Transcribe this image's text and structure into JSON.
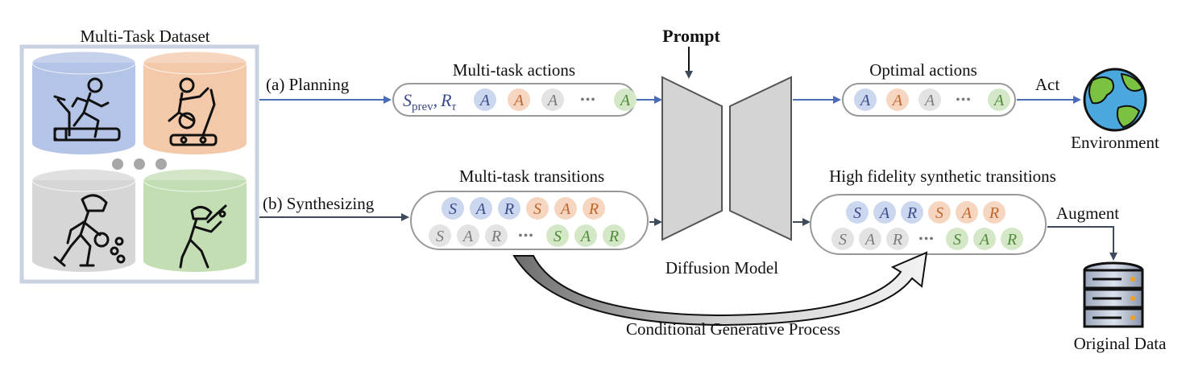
{
  "dataset": {
    "title": "Multi-Task Dataset",
    "tasks": [
      {
        "icon": "treadmill-runner-icon",
        "color": "#b4c4e6"
      },
      {
        "icon": "elliptical-trainer-icon",
        "color": "#f3c9a9"
      },
      {
        "icon": "basketball-player-icon",
        "color": "#d6d6d6"
      },
      {
        "icon": "baseball-batter-icon",
        "color": "#c4deb4"
      }
    ]
  },
  "planning": {
    "label": "(a) Planning",
    "box_title": "Multi-task actions",
    "condition_s": "S",
    "condition_s_sub": "prev",
    "condition_sep": ",",
    "condition_r": "R",
    "condition_r_sub": "τ",
    "tokens": [
      {
        "t": "A",
        "c": "blue"
      },
      {
        "t": "A",
        "c": "orange"
      },
      {
        "t": "A",
        "c": "gray"
      },
      {
        "t": "•••",
        "c": "none"
      },
      {
        "t": "A",
        "c": "green"
      }
    ]
  },
  "synthesizing": {
    "label": "(b) Synthesizing",
    "box_title": "Multi-task transitions",
    "row1": [
      {
        "t": "S",
        "c": "blue"
      },
      {
        "t": "A",
        "c": "blue"
      },
      {
        "t": "R",
        "c": "blue"
      },
      {
        "t": "S",
        "c": "orange"
      },
      {
        "t": "A",
        "c": "orange"
      },
      {
        "t": "R",
        "c": "orange"
      }
    ],
    "row2": [
      {
        "t": "S",
        "c": "gray"
      },
      {
        "t": "A",
        "c": "gray"
      },
      {
        "t": "R",
        "c": "gray"
      },
      {
        "t": "•••",
        "c": "none"
      },
      {
        "t": "S",
        "c": "green"
      },
      {
        "t": "A",
        "c": "green"
      },
      {
        "t": "R",
        "c": "green"
      }
    ]
  },
  "model": {
    "prompt_label": "Prompt",
    "name": "Diffusion Model"
  },
  "outputs": {
    "optimal_title": "Optimal actions",
    "optimal_tokens": [
      {
        "t": "A",
        "c": "blue"
      },
      {
        "t": "A",
        "c": "orange"
      },
      {
        "t": "A",
        "c": "gray"
      },
      {
        "t": "•••",
        "c": "none"
      },
      {
        "t": "A",
        "c": "green"
      }
    ],
    "synthetic_title": "High fidelity synthetic transitions",
    "row1": [
      {
        "t": "S",
        "c": "blue"
      },
      {
        "t": "A",
        "c": "blue"
      },
      {
        "t": "R",
        "c": "blue"
      },
      {
        "t": "S",
        "c": "orange"
      },
      {
        "t": "A",
        "c": "orange"
      },
      {
        "t": "R",
        "c": "orange"
      }
    ],
    "row2": [
      {
        "t": "S",
        "c": "gray"
      },
      {
        "t": "A",
        "c": "gray"
      },
      {
        "t": "R",
        "c": "gray"
      },
      {
        "t": "•••",
        "c": "none"
      },
      {
        "t": "S",
        "c": "green"
      },
      {
        "t": "A",
        "c": "green"
      },
      {
        "t": "R",
        "c": "green"
      }
    ]
  },
  "right": {
    "act_label": "Act",
    "environment_label": "Environment",
    "augment_label": "Augment",
    "original_label": "Original Data"
  },
  "process_label": "Conditional Generative Process",
  "colors": {
    "blue_fill": "#cbd6ef",
    "blue_text": "#3b4a8a",
    "orange_fill": "#f6d6c0",
    "orange_text": "#c0652c",
    "gray_fill": "#e3e3e3",
    "gray_text": "#7a7a7a",
    "green_fill": "#d4e8c8",
    "green_text": "#4f8a3a",
    "arrow_blue": "#4a6bb5",
    "arrow_dark": "#3d4a5c"
  }
}
